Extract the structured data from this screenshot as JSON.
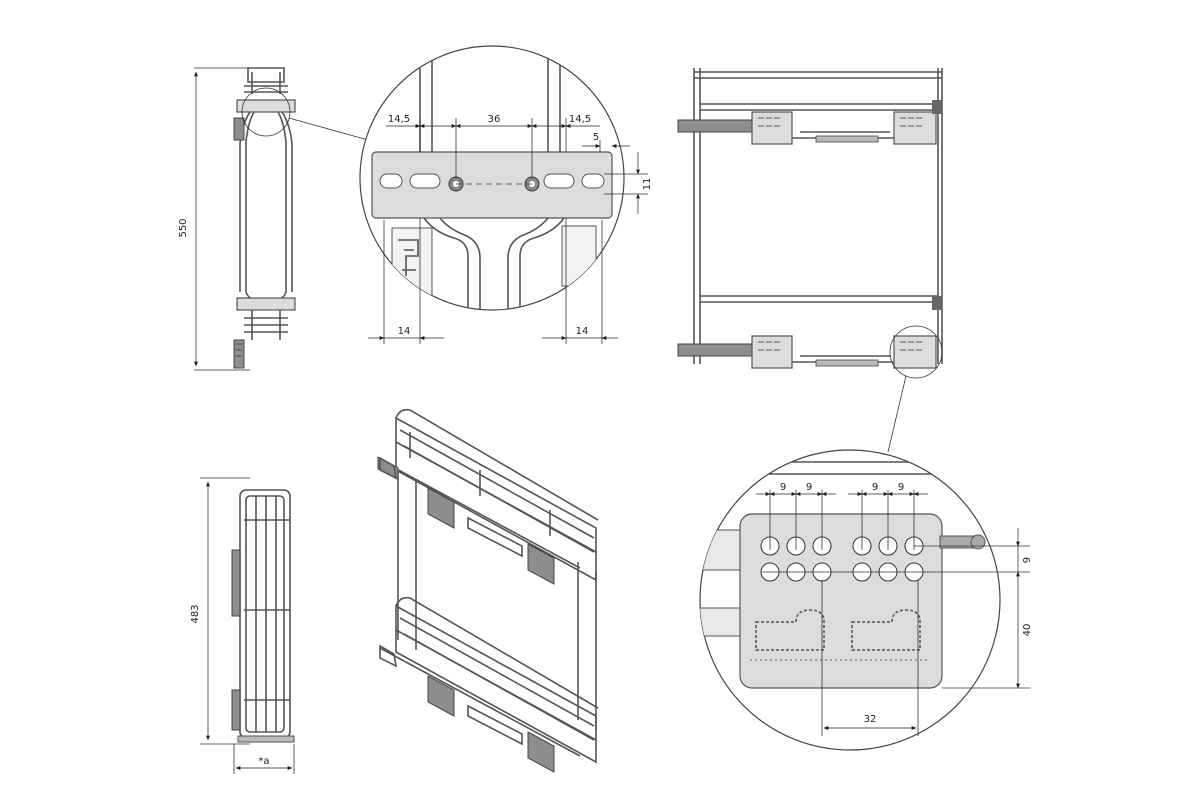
{
  "colors": {
    "line": "#555555",
    "plate": "#dcdcdc",
    "runner": "#8d8d8d",
    "background": "#ffffff"
  },
  "side_view": {
    "height_dim": "550"
  },
  "detail_top": {
    "dim_left_edge": "14,5",
    "dim_hole_spacing": "36",
    "dim_right_edge": "14,5",
    "dim_side": "5",
    "dim_vertical": "11",
    "dim_bottom_left": "14",
    "dim_bottom_right": "14"
  },
  "front_view": {
    "height_dim": "483",
    "width_dim": "*a"
  },
  "detail_bottom": {
    "dim_hole_1": "9",
    "dim_hole_2": "9",
    "dim_hole_3": "9",
    "dim_hole_4": "9",
    "dim_row_spacing": "9",
    "dim_plate_height": "40",
    "dim_slot_spacing": "32"
  }
}
